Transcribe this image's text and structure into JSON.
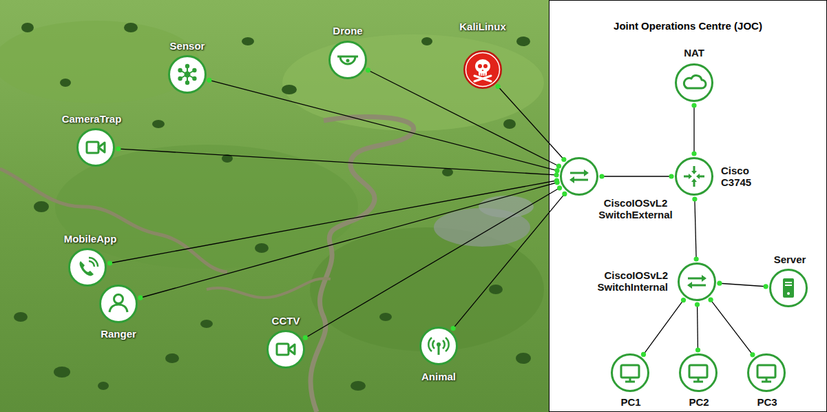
{
  "diagram": {
    "nodes": [
      {
        "text": [
          "Sensor"
        ]
      },
      {
        "text": [
          "Drone"
        ]
      },
      {
        "text": [
          "KaliLinux"
        ]
      },
      {
        "text": [
          "CameraTrap"
        ]
      },
      {
        "text": [
          "MobileApp"
        ]
      },
      {
        "text": [
          "Ranger"
        ]
      },
      {
        "text": [
          "CCTV"
        ]
      },
      {
        "text": [
          "Animal"
        ]
      },
      {
        "text": [
          "Joint Operations Centre (JOC)"
        ]
      },
      {
        "text": [
          "NAT"
        ],
        "in": 8
      },
      {
        "text": [
          "Cisco C3745"
        ],
        "in": 8
      },
      {
        "text": [
          "CiscoIOSvL2 SwitchExternal"
        ],
        "in": 8
      },
      {
        "text": [
          "CiscoIOSvL2 SwitchInternal"
        ],
        "in": 8
      },
      {
        "text": [
          "Server"
        ],
        "in": 8
      },
      {
        "text": [
          "PC1"
        ],
        "in": 8
      },
      {
        "text": [
          "PC2"
        ],
        "in": 8
      },
      {
        "text": [
          "PC3"
        ],
        "in": 8
      }
    ],
    "edges": [
      {
        "from": 0,
        "to": 11,
        "arrow": "none"
      },
      {
        "from": 1,
        "to": 11,
        "arrow": "none"
      },
      {
        "from": 2,
        "to": 11,
        "arrow": "none"
      },
      {
        "from": 3,
        "to": 11,
        "arrow": "none"
      },
      {
        "from": 4,
        "to": 11,
        "arrow": "none"
      },
      {
        "from": 5,
        "to": 11,
        "arrow": "none"
      },
      {
        "from": 6,
        "to": 11,
        "arrow": "none"
      },
      {
        "from": 7,
        "to": 11,
        "arrow": "none"
      },
      {
        "from": 9,
        "to": 10,
        "arrow": "none"
      },
      {
        "from": 11,
        "to": 10,
        "arrow": "none"
      },
      {
        "from": 10,
        "to": 12,
        "arrow": "none"
      },
      {
        "from": 12,
        "to": 13,
        "arrow": "none"
      },
      {
        "from": 12,
        "to": 14,
        "arrow": "none"
      },
      {
        "from": 12,
        "to": 15,
        "arrow": "none"
      },
      {
        "from": 12,
        "to": 16,
        "arrow": "none"
      }
    ]
  }
}
